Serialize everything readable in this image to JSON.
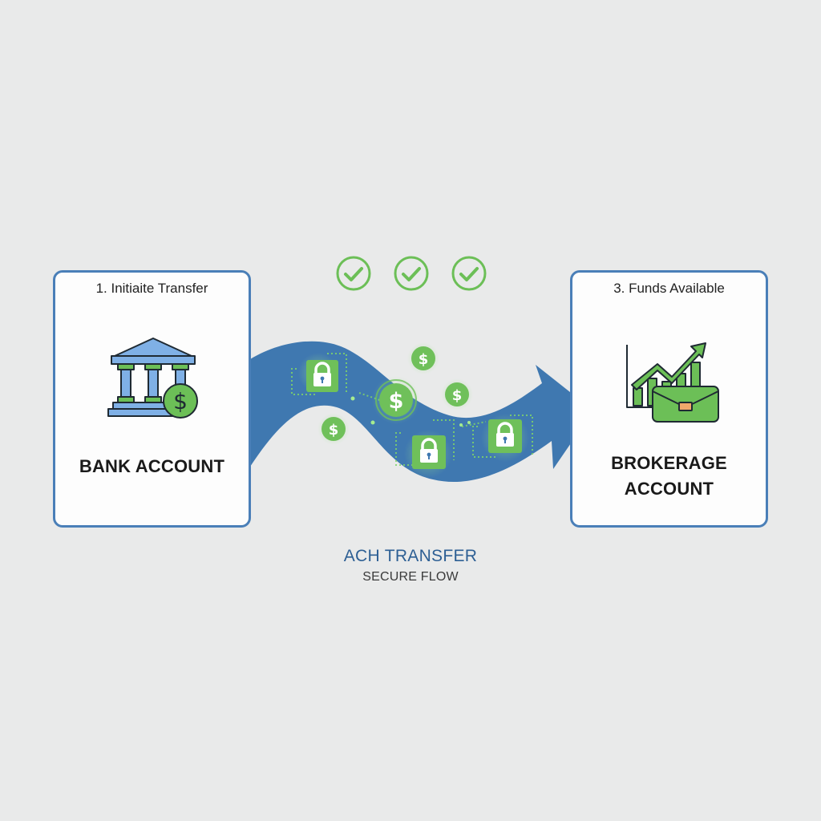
{
  "colors": {
    "background": "#e9eaea",
    "card_border": "#4a7fb8",
    "flow_blue": "#3f78b0",
    "accent_green": "#6cbf57",
    "caption_blue": "#2d5f94"
  },
  "left_card": {
    "step_label": "1. Initiaite Transfer",
    "title": "BANK ACCOUNT",
    "icon": "bank-building-with-dollar-coin-icon"
  },
  "right_card": {
    "step_label": "3. Funds Available",
    "title_line1": "BROKERAGE",
    "title_line2": "ACCOUNT",
    "icon": "growth-chart-with-briefcase-icon"
  },
  "checkmarks": [
    {
      "icon": "check-circle-icon"
    },
    {
      "icon": "check-circle-icon"
    },
    {
      "icon": "check-circle-icon"
    }
  ],
  "flow": {
    "shape": "wavy-arrow",
    "direction": "left-to-right",
    "elements": [
      {
        "type": "lock",
        "icon": "padlock-icon"
      },
      {
        "type": "dollar",
        "icon": "dollar-coin-icon",
        "size": "large"
      },
      {
        "type": "dollar",
        "icon": "dollar-coin-icon"
      },
      {
        "type": "dollar",
        "icon": "dollar-coin-icon"
      },
      {
        "type": "dollar",
        "icon": "dollar-coin-icon"
      },
      {
        "type": "lock",
        "icon": "padlock-icon"
      },
      {
        "type": "lock",
        "icon": "padlock-icon"
      }
    ]
  },
  "caption": {
    "main": "ACH TRANSFER",
    "sub": "SECURE FLOW"
  }
}
